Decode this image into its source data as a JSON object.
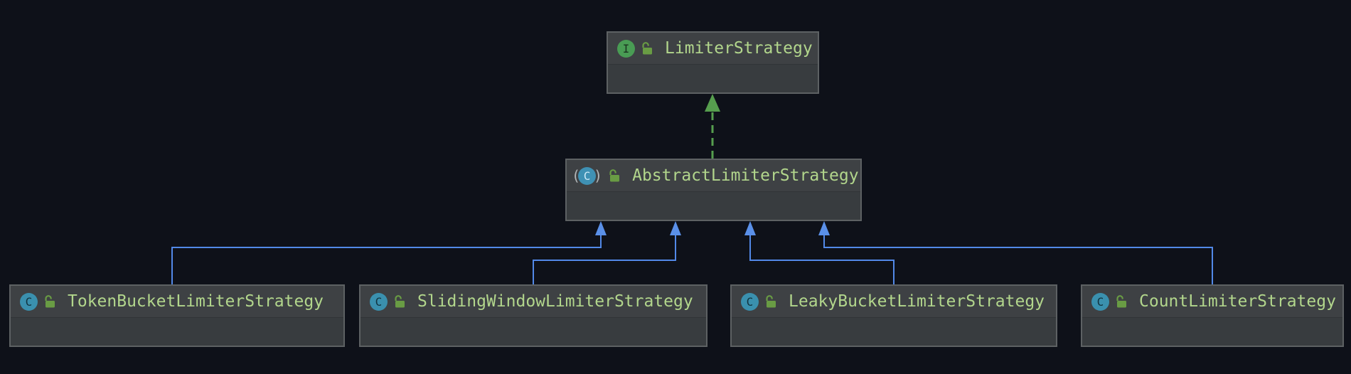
{
  "diagram": {
    "kind": "uml-class-diagram",
    "nodes": [
      {
        "id": "LimiterStrategy",
        "label": "LimiterStrategy",
        "type": "interface",
        "icon_letter": "I",
        "visibility": "public"
      },
      {
        "id": "AbstractLimiterStrategy",
        "label": "AbstractLimiterStrategy",
        "type": "abstract_class",
        "icon_letter": "C",
        "visibility": "public"
      },
      {
        "id": "TokenBucketLimiterStrategy",
        "label": "TokenBucketLimiterStrategy",
        "type": "class",
        "icon_letter": "C",
        "visibility": "public"
      },
      {
        "id": "SlidingWindowLimiterStrategy",
        "label": "SlidingWindowLimiterStrategy",
        "type": "class",
        "icon_letter": "C",
        "visibility": "public"
      },
      {
        "id": "LeakyBucketLimiterStrategy",
        "label": "LeakyBucketLimiterStrategy",
        "type": "class",
        "icon_letter": "C",
        "visibility": "public"
      },
      {
        "id": "CountLimiterStrategy",
        "label": "CountLimiterStrategy",
        "type": "class",
        "icon_letter": "C",
        "visibility": "public"
      }
    ],
    "icon_decorations": {
      "abstract_paren_open": "(",
      "abstract_paren_close": ")"
    },
    "edges": [
      {
        "from": "AbstractLimiterStrategy",
        "to": "LimiterStrategy",
        "type": "realization",
        "line_style": "dashed",
        "color": "#569E4E"
      },
      {
        "from": "TokenBucketLimiterStrategy",
        "to": "AbstractLimiterStrategy",
        "type": "inheritance",
        "line_style": "solid",
        "color": "#5289E8"
      },
      {
        "from": "SlidingWindowLimiterStrategy",
        "to": "AbstractLimiterStrategy",
        "type": "inheritance",
        "line_style": "solid",
        "color": "#5289E8"
      },
      {
        "from": "LeakyBucketLimiterStrategy",
        "to": "AbstractLimiterStrategy",
        "type": "inheritance",
        "line_style": "solid",
        "color": "#5289E8"
      },
      {
        "from": "CountLimiterStrategy",
        "to": "AbstractLimiterStrategy",
        "type": "inheritance",
        "line_style": "solid",
        "color": "#5289E8"
      }
    ],
    "colors": {
      "background": "#0E1119",
      "node_border": "#5D6163",
      "node_header_bg": "#3E4144",
      "node_body_bg": "#383C3F",
      "label_text": "#B2D68C",
      "interface_icon_bg": "#499C54",
      "class_icon_bg": "#3A90AE",
      "lock_icon": "#699C44",
      "inheritance_edge": "#5289E8",
      "realization_edge": "#569E4E"
    }
  }
}
